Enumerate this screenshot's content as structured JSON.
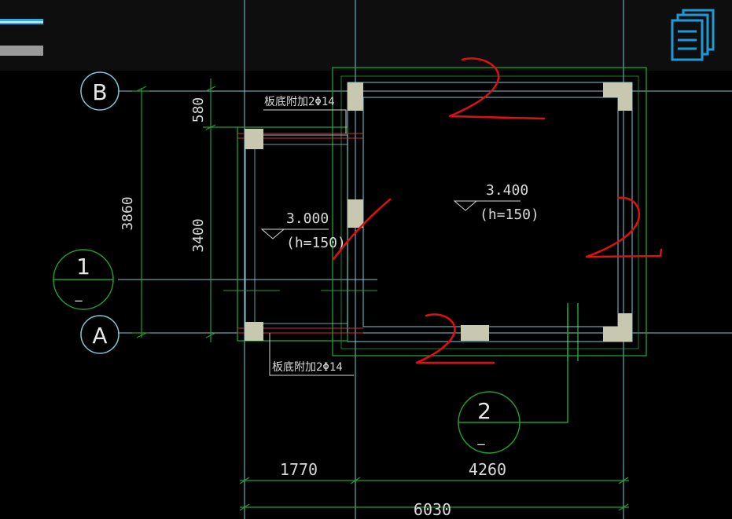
{
  "toolbar": {
    "menu_icon": "menu-icon",
    "layers_icon": "layers-icon"
  },
  "grid": {
    "axis_b": "B",
    "axis_a": "A",
    "axis_1": "1",
    "axis_1_sub": "_",
    "axis_2": "2",
    "axis_2_sub": "_"
  },
  "dimensions": {
    "left_total": "3860",
    "left_upper": "580",
    "left_lower": "3400",
    "bottom_left": "1770",
    "bottom_right": "4260",
    "bottom_total": "6030"
  },
  "annotations": {
    "rebar_top": "板底附加2Φ14",
    "rebar_bottom": "板底附加2Φ14"
  },
  "slabs": {
    "right_level": "3.400",
    "right_thickness": "(h=150)",
    "left_level": "3.000",
    "left_thickness": "(h=150)"
  },
  "markup": {
    "digit": "2",
    "color": "#e01010"
  },
  "colors": {
    "green": "#1fa030",
    "cyan": "#7fc8d8",
    "column": "#c8c8b0"
  }
}
